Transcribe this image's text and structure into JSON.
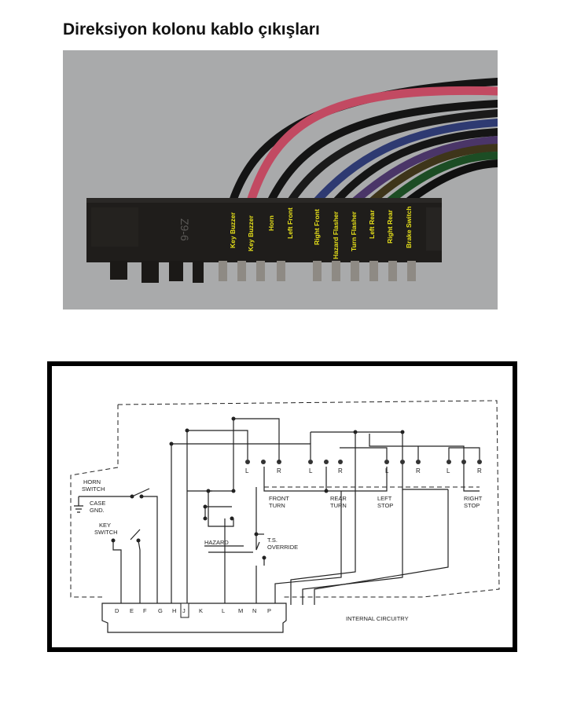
{
  "title": "Direksiyon kolonu kablo çıkışları",
  "photo": {
    "background_color": "#a9aaab",
    "connector_part_text": "Z9-6",
    "wire_labels": [
      "Key Buzzer",
      "Key Buzzer",
      "Horn",
      "Left Front",
      "Right Front",
      "Hazard Flasher",
      "Turn Flasher",
      "Left Rear",
      "Right Rear",
      "Brake Switch"
    ],
    "label_color": "#e8e21a"
  },
  "diagram": {
    "left_labels": {
      "horn_switch": [
        "HORN",
        "SWITCH"
      ],
      "case_gnd": [
        "CASE",
        "GND."
      ],
      "key_switch": [
        "KEY",
        "SWITCH"
      ]
    },
    "switch_letters": [
      "L",
      "R",
      "L",
      "R",
      "L",
      "R",
      "L",
      "R"
    ],
    "labels": {
      "front_turn": [
        "FRONT",
        "TURN"
      ],
      "rear_turn": [
        "REAR",
        "TURN"
      ],
      "left_stop": [
        "LEFT",
        "STOP"
      ],
      "right_stop": [
        "RIGHT",
        "STOP"
      ],
      "hazard": "HAZARD",
      "ts_override": [
        "T.S.",
        "OVERRIDE"
      ],
      "internal": "INTERNAL CIRCUITRY"
    },
    "pins": [
      "D",
      "E",
      "F",
      "G",
      "H",
      "J",
      "K",
      "L",
      "M",
      "N",
      "P"
    ]
  }
}
